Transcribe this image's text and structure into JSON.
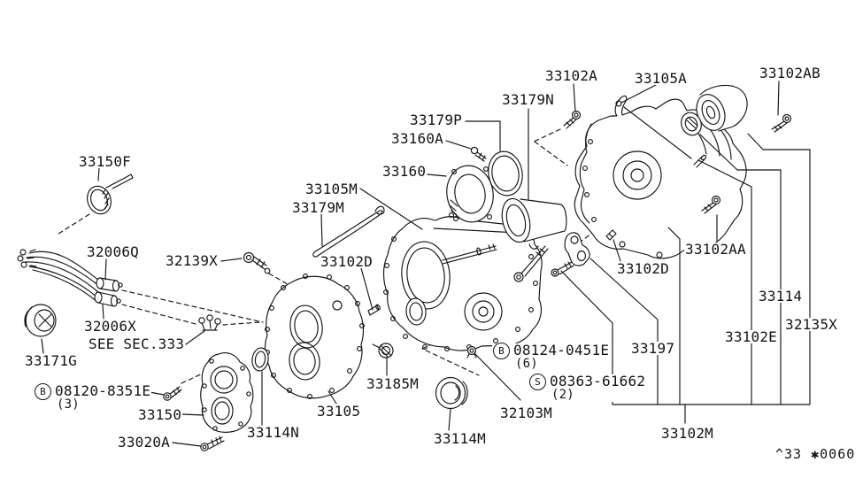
{
  "page": {
    "background": "#ffffff",
    "ink": "#141414"
  },
  "figure_code": "^33 ✱0060",
  "labels": [
    {
      "name": "33150F",
      "text": "33150F"
    },
    {
      "name": "32006Q",
      "text": "32006Q"
    },
    {
      "name": "32139X",
      "text": "32139X"
    },
    {
      "name": "32006X",
      "text": "32006X"
    },
    {
      "name": "see-sec-333",
      "text": "SEE SEC.333"
    },
    {
      "name": "33171G",
      "text": "33171G"
    },
    {
      "name": "bolt-08120",
      "prefix": "B",
      "text": "08120-8351E",
      "qty": "(3)"
    },
    {
      "name": "33150",
      "text": "33150"
    },
    {
      "name": "33020A",
      "text": "33020A"
    },
    {
      "name": "33114N",
      "text": "33114N"
    },
    {
      "name": "33105",
      "text": "33105"
    },
    {
      "name": "33185M",
      "text": "33185M"
    },
    {
      "name": "33114M",
      "text": "33114M"
    },
    {
      "name": "32103M",
      "text": "32103M"
    },
    {
      "name": "bolt-08124",
      "prefix": "B",
      "text": "08124-0451E",
      "qty": "(6)"
    },
    {
      "name": "screw-08363",
      "prefix": "S",
      "text": "08363-61662",
      "qty": "(2)"
    },
    {
      "name": "33102M",
      "text": "33102M"
    },
    {
      "name": "33197",
      "text": "33197"
    },
    {
      "name": "33102E",
      "text": "33102E"
    },
    {
      "name": "32135X",
      "text": "32135X"
    },
    {
      "name": "33114",
      "text": "33114"
    },
    {
      "name": "33102AA",
      "text": "33102AA"
    },
    {
      "name": "33102D-right",
      "text": "33102D"
    },
    {
      "name": "33102D-left",
      "text": "33102D"
    },
    {
      "name": "33179M",
      "text": "33179M"
    },
    {
      "name": "33105M",
      "text": "33105M"
    },
    {
      "name": "33160",
      "text": "33160"
    },
    {
      "name": "33160A",
      "text": "33160A"
    },
    {
      "name": "33179P",
      "text": "33179P"
    },
    {
      "name": "33179N",
      "text": "33179N"
    },
    {
      "name": "33102A",
      "text": "33102A"
    },
    {
      "name": "33105A",
      "text": "33105A"
    },
    {
      "name": "33102AB",
      "text": "33102AB"
    }
  ]
}
